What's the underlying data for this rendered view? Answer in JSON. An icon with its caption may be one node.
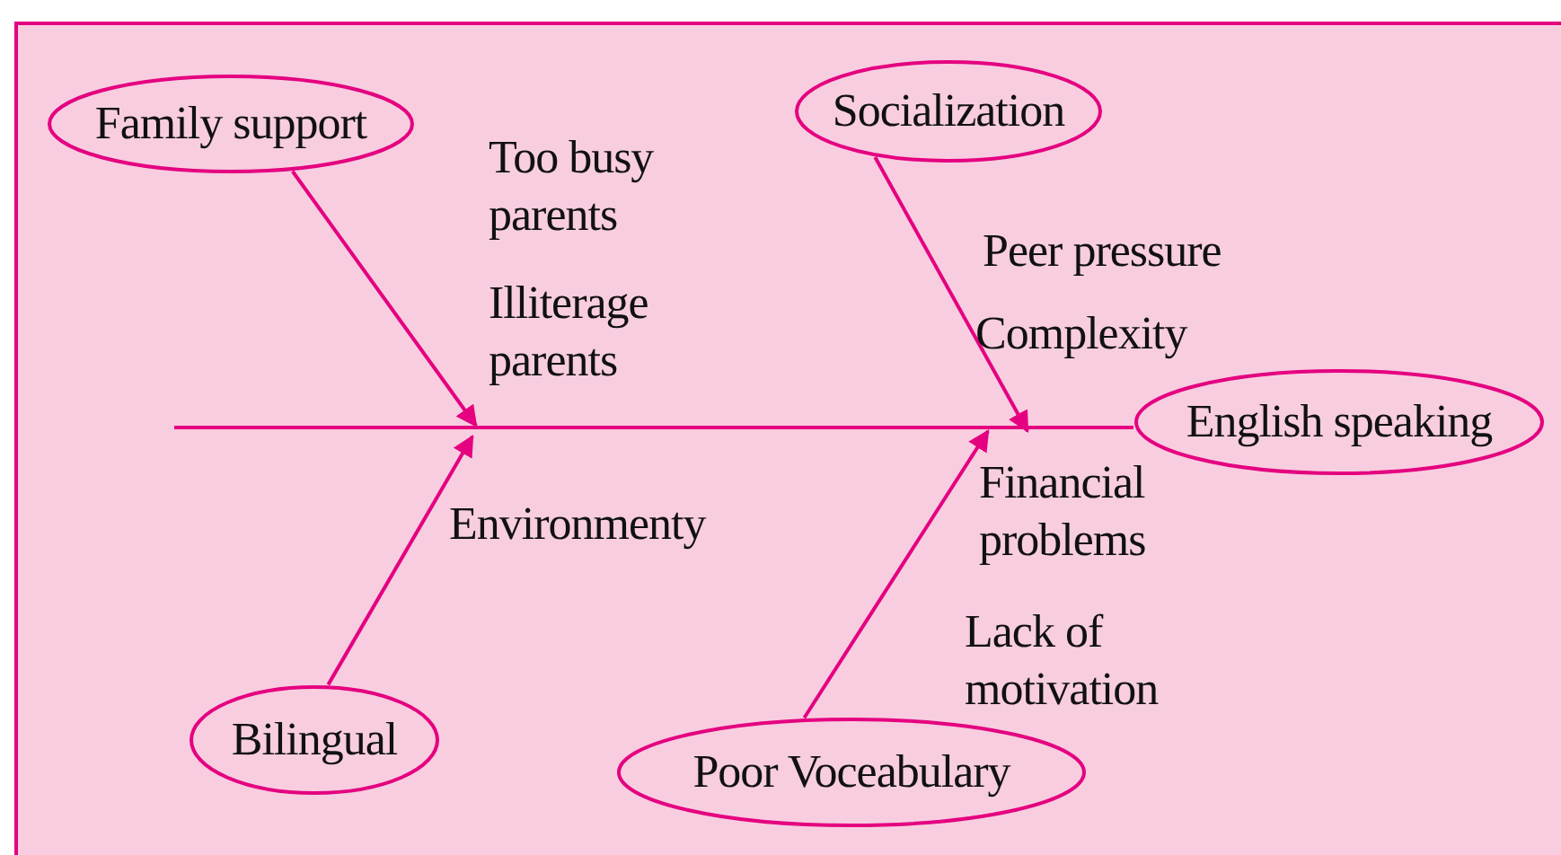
{
  "diagram": {
    "nodes": [
      {
        "text": [
          "Family support"
        ]
      },
      {
        "text": [
          "Socialization"
        ]
      },
      {
        "text": [
          "English speaking"
        ]
      },
      {
        "text": [
          "Bilingual"
        ]
      },
      {
        "text": [
          "Poor Voceabulary"
        ]
      }
    ],
    "edges": [
      {
        "from": 0,
        "to": null,
        "arrow": "to"
      },
      {
        "from": 1,
        "to": null,
        "arrow": "to"
      },
      {
        "from": 3,
        "to": null,
        "arrow": "to"
      },
      {
        "from": 4,
        "to": null,
        "arrow": "to"
      },
      {
        "from": null,
        "to": 2,
        "arrow": "none"
      }
    ],
    "labels": [
      "Too busy parents",
      "Peer pressure",
      "Illiterage parents",
      "Complexity",
      "Financial problems",
      "Environmenty",
      "Lack of motivation"
    ]
  }
}
